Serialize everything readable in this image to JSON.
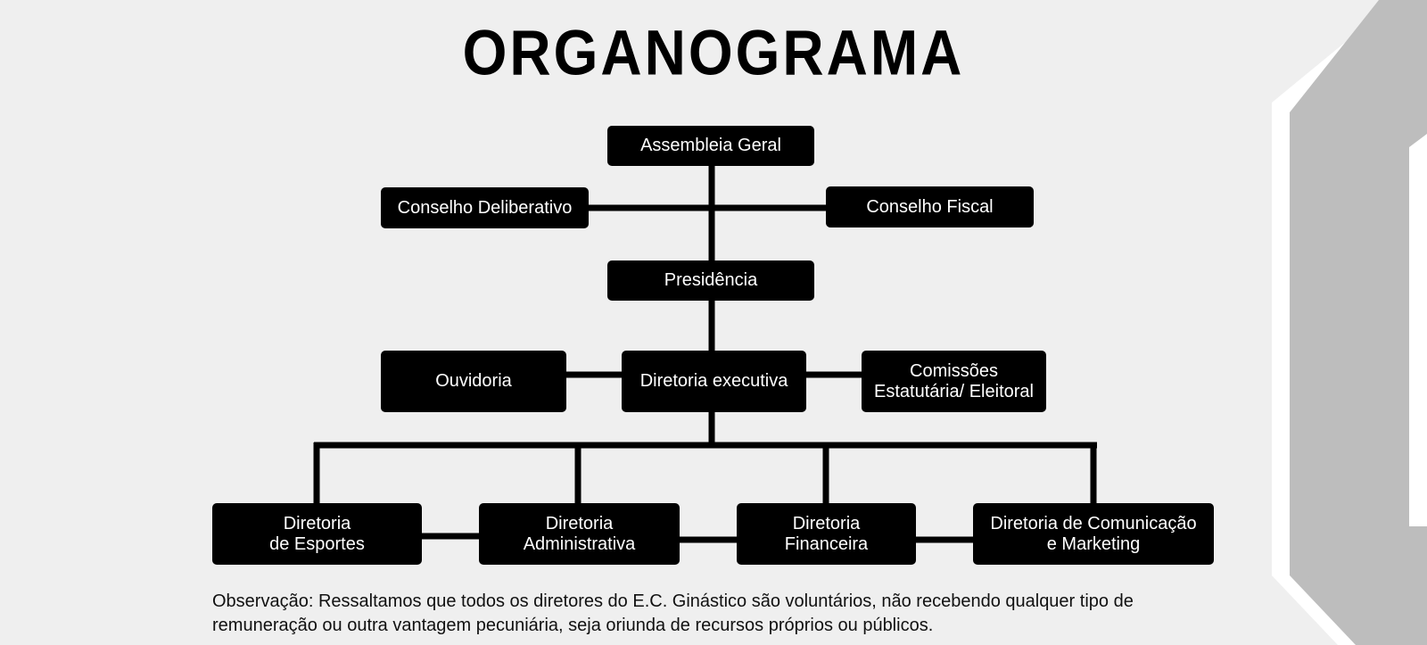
{
  "title": "ORGANOGRAMA",
  "nodes": {
    "assembleia": "Assembleia Geral",
    "conselho_deliberativo": "Conselho Deliberativo",
    "conselho_fiscal": "Conselho Fiscal",
    "presidencia": "Presidência",
    "ouvidoria": "Ouvidoria",
    "diretoria_executiva": "Diretoria executiva",
    "comissoes": "Comissões\nEstatutária/ Eleitoral",
    "diretoria_esportes": "Diretoria\nde Esportes",
    "diretoria_administrativa": "Diretoria\nAdministrativa",
    "diretoria_financeira": "Diretoria\nFinanceira",
    "diretoria_comunicacao": "Diretoria de Comunicação\ne Marketing"
  },
  "note": "Observação: Ressaltamos que todos os diretores do E.C. Ginástico são voluntários, não recebendo qualquer tipo de remuneração ou outra vantagem pecuniária, seja oriunda de recursos próprios ou públicos.",
  "colors": {
    "background": "#efefef",
    "box": "#000000",
    "box_text": "#ffffff",
    "decor_light": "#ffffff",
    "decor_gray": "#bdbdbd"
  }
}
